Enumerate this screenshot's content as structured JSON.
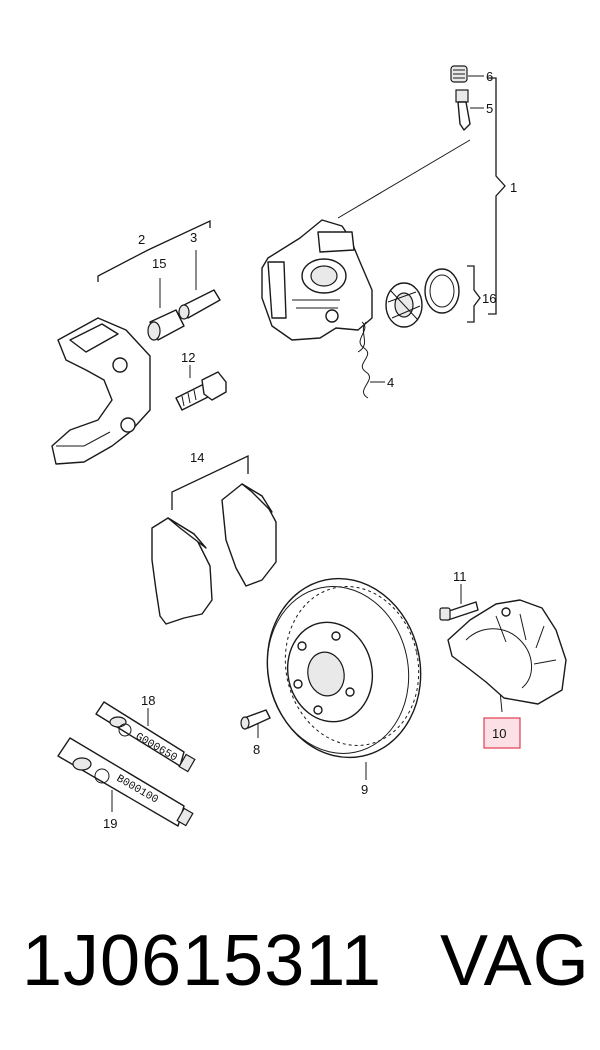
{
  "callouts": {
    "c1": "1",
    "c2": "2",
    "c3": "3",
    "c4": "4",
    "c5": "5",
    "c6": "6",
    "c8": "8",
    "c9": "9",
    "c10": "10",
    "c11": "11",
    "c12": "12",
    "c14": "14",
    "c15": "15",
    "c16": "16",
    "c18": "18",
    "c19": "19"
  },
  "tubes": {
    "t18": "G000650",
    "t19": "B000100"
  },
  "highlight_color": "#e23b52",
  "highlight_fill": "#fbe1e5",
  "footer": {
    "part_number": "1J0615311",
    "brand": "VAG"
  }
}
